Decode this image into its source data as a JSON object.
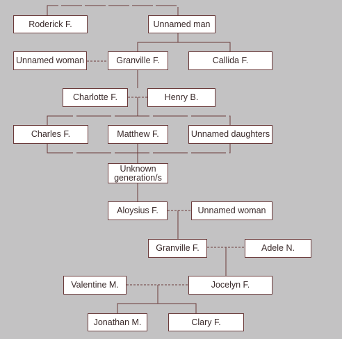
{
  "people": {
    "roderick": "Roderick F.",
    "unnamed_man": "Unnamed man",
    "unnamed_woman_1": "Unnamed woman",
    "granville_1": "Granville F.",
    "callida": "Callida F.",
    "charlotte": "Charlotte F.",
    "henry": "Henry B.",
    "charles": "Charles F.",
    "matthew": "Matthew F.",
    "unnamed_daughters": "Unnamed daughters",
    "unknown_generations": "Unknown generation/s",
    "aloysius": "Aloysius F.",
    "unnamed_woman_2": "Unnamed woman",
    "granville_2": "Granville F.",
    "adele": "Adele N.",
    "valentine": "Valentine M.",
    "jocelyn": "Jocelyn F.",
    "jonathan": "Jonathan M.",
    "clary": "Clary F."
  },
  "colors": {
    "background": "#c3c2c3",
    "box_border": "#6b3a3a",
    "line": "#6b3a3a"
  }
}
